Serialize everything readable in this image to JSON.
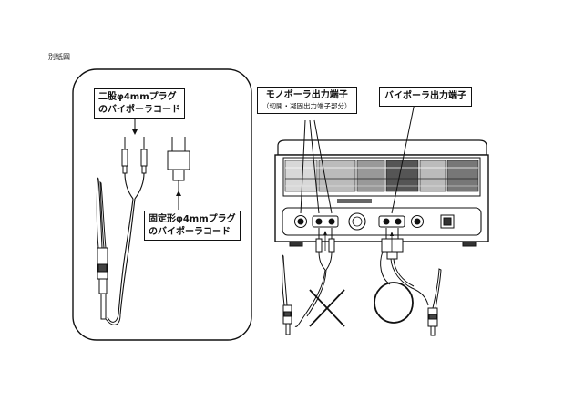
{
  "page_label": "別紙図",
  "left_panel": {
    "forked_cord_label_line1": "二股φ4mmプラグ",
    "forked_cord_label_line2": "のバイポーラコード",
    "fixed_cord_label_line1": "固定形φ4mmプラグ",
    "fixed_cord_label_line2": "のバイポーラコード"
  },
  "right_panel": {
    "monopolar_label": "モノポーラ出力端子",
    "monopolar_sub_label": "（切開・凝固出力端子部分）",
    "bipolar_label": "バイポーラ出力端子",
    "incorrect_mark": "cross-mark-icon",
    "correct_mark": "circle-mark-icon"
  }
}
